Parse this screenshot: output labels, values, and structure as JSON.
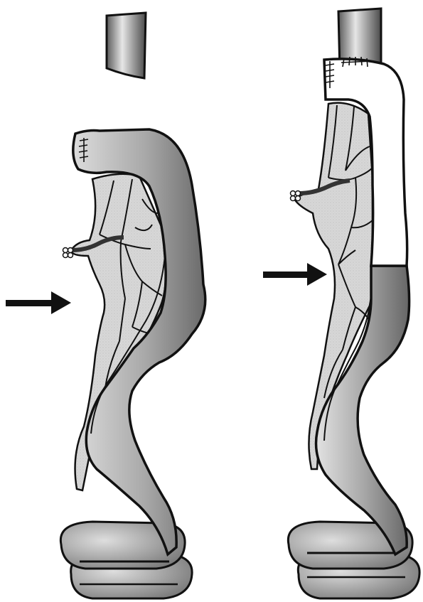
{
  "figure": {
    "panels": [
      {
        "id": "left",
        "state": "before-anastomosis"
      },
      {
        "id": "right",
        "state": "after-anastomosis"
      }
    ],
    "colors": {
      "outline": "#111111",
      "mesentery": "#d9d9d9",
      "bowel_light": "#d6d6d6",
      "bowel_dark": "#6f6f6f",
      "esophagus_light": "#e8e8e8",
      "esophagus_dark": "#555555",
      "conduit_white": "#ffffff",
      "arrow": "#111111"
    },
    "icons": [
      "arrow-right-icon"
    ]
  }
}
